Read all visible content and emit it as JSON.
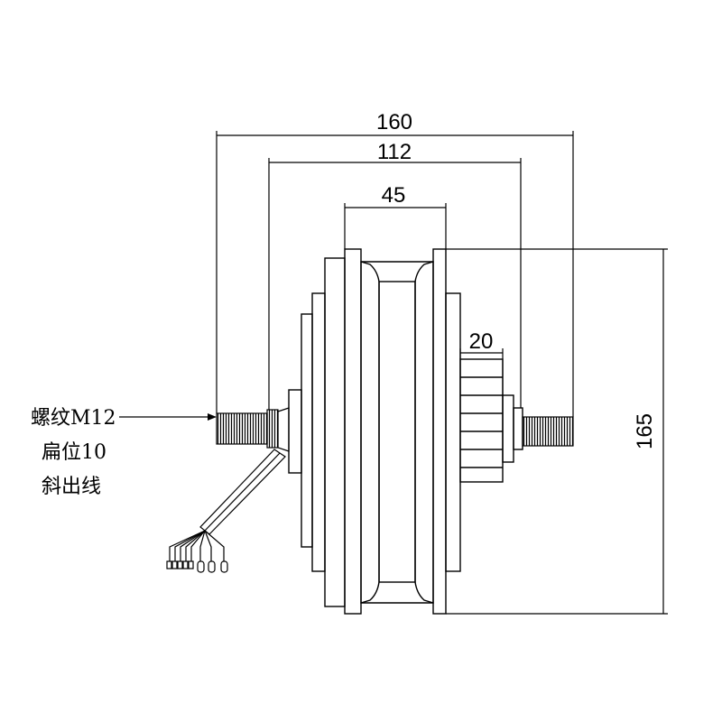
{
  "dimensions": {
    "overall_width": "160",
    "axle_span": "112",
    "rim_width": "45",
    "spline_length": "20",
    "diameter": "165"
  },
  "annotation": {
    "thread": "螺纹M12",
    "flat": "扁位10",
    "cable": "斜出线"
  },
  "colors": {
    "line": "#000000",
    "background": "#ffffff"
  }
}
